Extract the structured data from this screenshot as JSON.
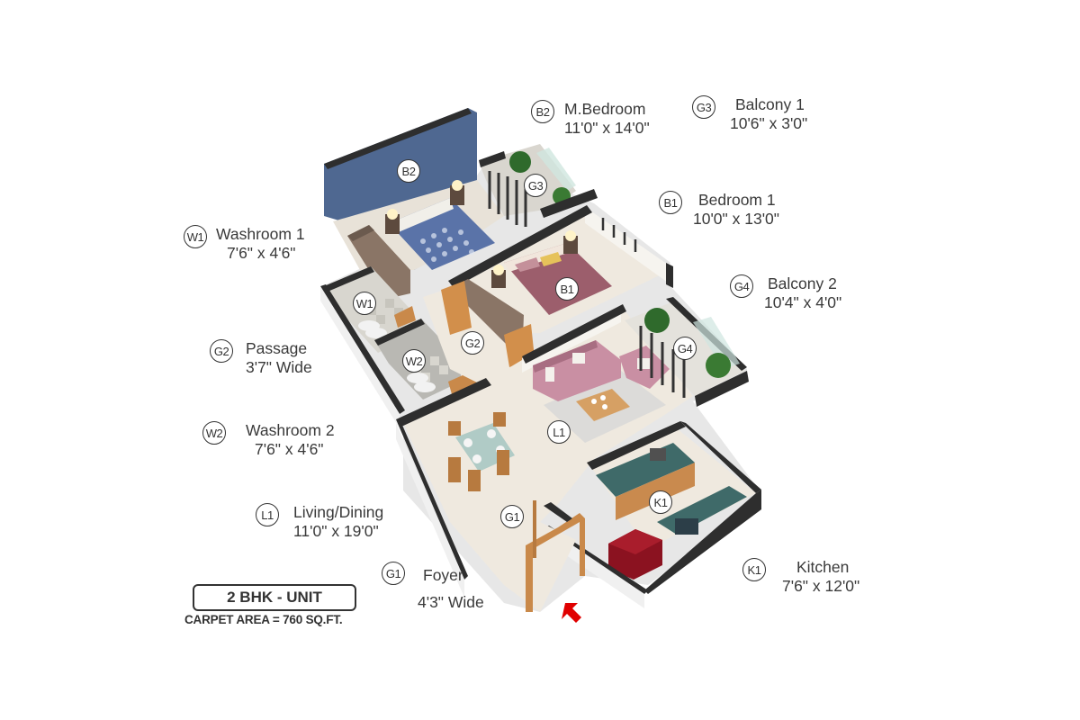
{
  "unit": {
    "type_label": "2 BHK - UNIT",
    "carpet_area": "CARPET AREA = 760 SQ.FT."
  },
  "colors": {
    "background": "#ffffff",
    "wall": "#3b3b3b",
    "accent_wall_blue": "#4d6690",
    "floor": "#efe9df",
    "wood": "#c9894a",
    "sofa_pink": "#c98fa3",
    "entry_arrow": "#e00000",
    "fridge": "#8b1220",
    "counter": "#3f6a69"
  },
  "rooms": [
    {
      "code": "B2",
      "name": "M.Bedroom",
      "size": "11'0\" x 14'0\""
    },
    {
      "code": "G3",
      "name": "Balcony 1",
      "size": "10'6\" x 3'0\""
    },
    {
      "code": "B1",
      "name": "Bedroom 1",
      "size": "10'0\" x 13'0\""
    },
    {
      "code": "G4",
      "name": "Balcony 2",
      "size": "10'4\" x 4'0\""
    },
    {
      "code": "W1",
      "name": "Washroom 1",
      "size": "7'6\" x 4'6\""
    },
    {
      "code": "G2",
      "name": "Passage",
      "size": "3'7\" Wide"
    },
    {
      "code": "W2",
      "name": "Washroom 2",
      "size": "7'6\" x 4'6\""
    },
    {
      "code": "L1",
      "name": "Living/Dining",
      "size": "11'0\" x 19'0\""
    },
    {
      "code": "G1",
      "name": "Foyer",
      "size": "4'3\" Wide"
    },
    {
      "code": "K1",
      "name": "Kitchen",
      "size": "7'6\" x 12'0\""
    }
  ],
  "map_markers": [
    "B2",
    "G3",
    "B1",
    "W1",
    "W2",
    "G2",
    "G4",
    "L1",
    "K1",
    "G1"
  ],
  "entry_marker": "entry-arrow"
}
